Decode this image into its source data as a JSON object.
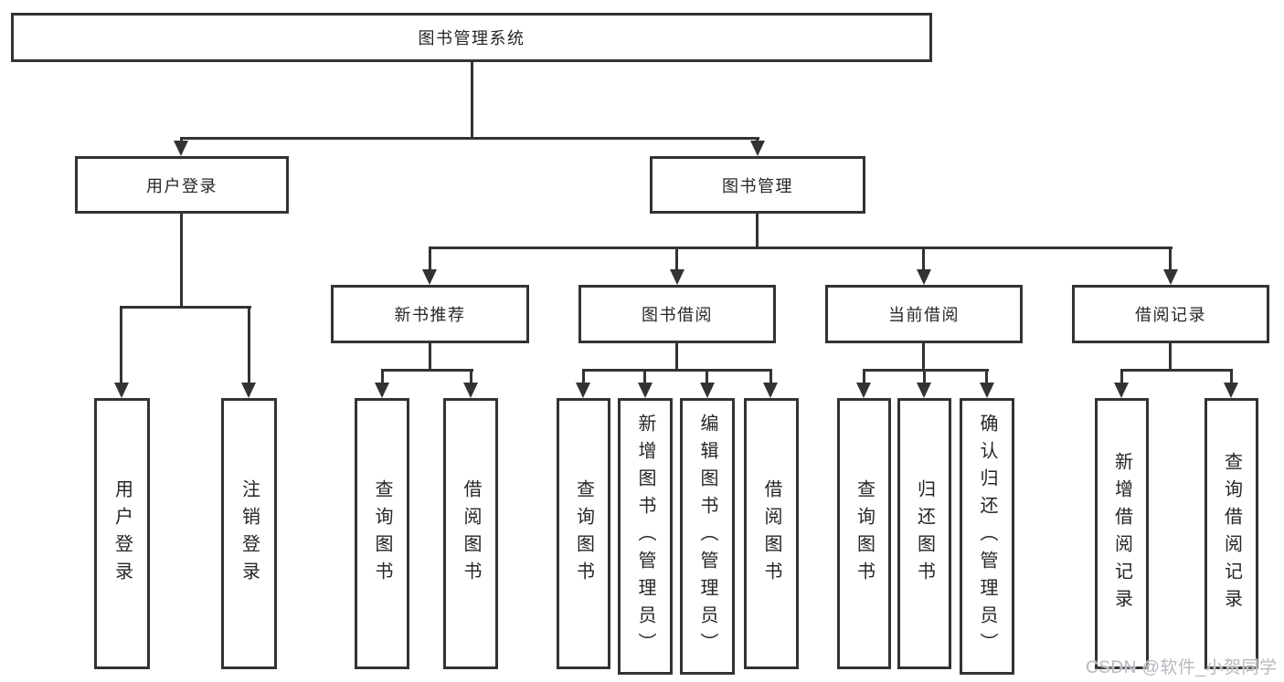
{
  "diagram": {
    "type": "hierarchy-tree",
    "root": {
      "label": "图书管理系统"
    },
    "level2": [
      {
        "label": "用户登录",
        "parent": "图书管理系统"
      },
      {
        "label": "图书管理",
        "parent": "图书管理系统"
      }
    ],
    "level3": [
      {
        "label": "新书推荐",
        "parent": "图书管理"
      },
      {
        "label": "图书借阅",
        "parent": "图书管理"
      },
      {
        "label": "当前借阅",
        "parent": "图书管理"
      },
      {
        "label": "借阅记录",
        "parent": "图书管理"
      }
    ],
    "leaves": [
      {
        "label": "用户登录",
        "parent": "用户登录"
      },
      {
        "label": "注销登录",
        "parent": "用户登录"
      },
      {
        "label": "查询图书",
        "parent": "新书推荐"
      },
      {
        "label": "借阅图书",
        "parent": "新书推荐"
      },
      {
        "label": "查询图书",
        "parent": "图书借阅"
      },
      {
        "label": "新增图书（管理员）",
        "parent": "图书借阅"
      },
      {
        "label": "编辑图书（管理员）",
        "parent": "图书借阅"
      },
      {
        "label": "借阅图书",
        "parent": "图书借阅"
      },
      {
        "label": "查询图书",
        "parent": "当前借阅"
      },
      {
        "label": "归还图书",
        "parent": "当前借阅"
      },
      {
        "label": "确认归还（管理员）",
        "parent": "当前借阅"
      },
      {
        "label": "新增借阅记录",
        "parent": "借阅记录"
      },
      {
        "label": "查询借阅记录",
        "parent": "借阅记录"
      }
    ]
  },
  "watermark": {
    "text": "CSDN @软件_小贺同学"
  },
  "colors": {
    "line": "#333333",
    "text": "#262626",
    "background": "#ffffff",
    "watermark": "#b5b9bf"
  }
}
